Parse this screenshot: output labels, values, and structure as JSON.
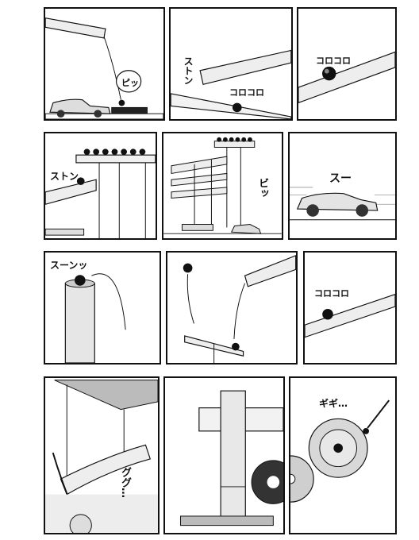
{
  "sfx": {
    "pitt": "ピッ",
    "suton_1": "ストン",
    "korokoro_1": "コロコロ",
    "korokoro_2": "コロコロ",
    "suton_2": "ストン",
    "bitt": "ビッ",
    "suu": "スー",
    "suuntsu": "スーンッ",
    "korokoro_3": "コロコロ",
    "gugu": "ググ…",
    "gigi": "ギギ…"
  }
}
